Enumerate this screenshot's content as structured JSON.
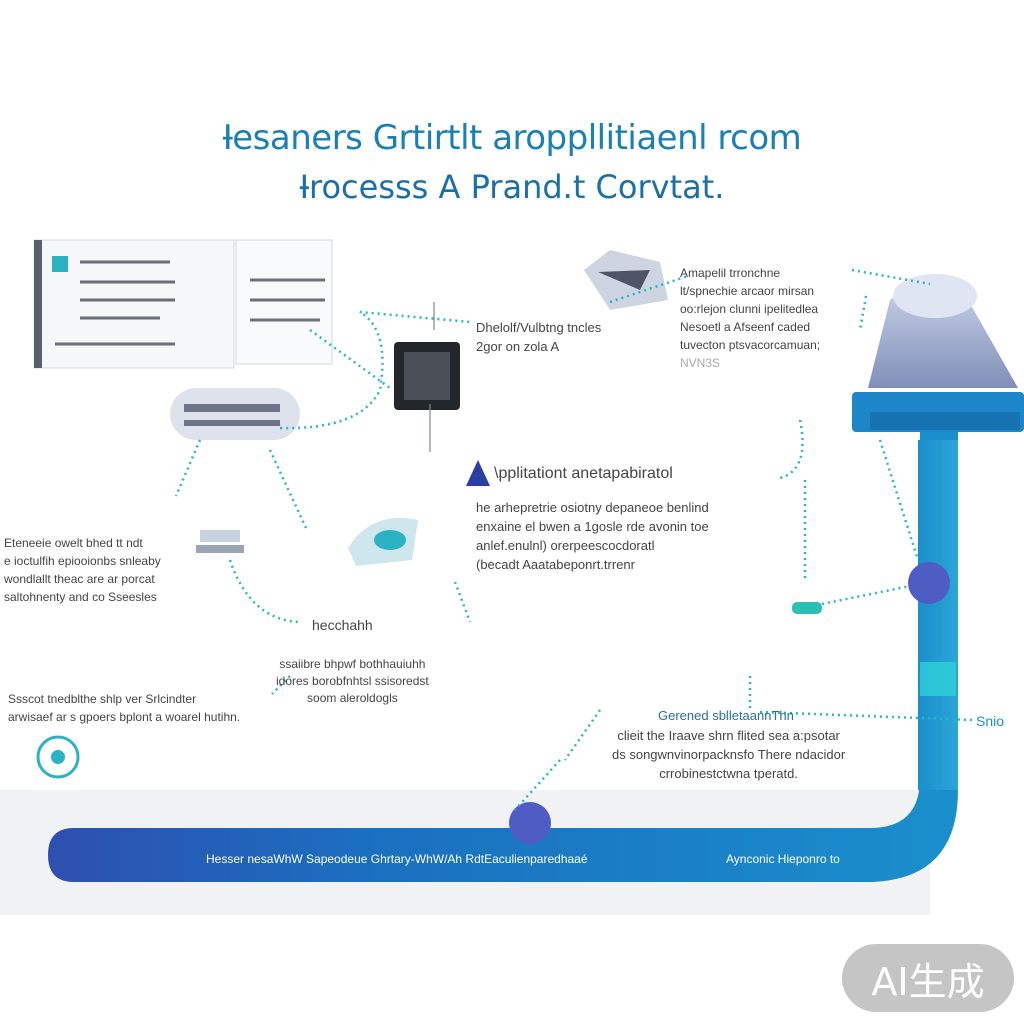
{
  "title": {
    "line1": "Ɨesaners Grtirtlt aroppllitiaenl rcom",
    "line2": "Ɨrocesss A Prand.t Corvtat."
  },
  "notes": {
    "top_center": [
      "Dhelolf/Vulbtng tncles",
      "2gor on zola A"
    ],
    "top_right": [
      "Amapelil trronchne",
      "lt/spnechie arcaor mirsan",
      "oo:rlejon clunni ipelitedlea",
      "Nesoetl a Afseenf caded",
      "tuvecton ptsvacorcamuan;",
      "NVN3S"
    ],
    "mid_label": "\\pplitationt anetapabiratol",
    "mid_block": [
      "he arhepretrie osiotny depaneoe benlind",
      "enxaine el bwen a 1gosle rde avonin toe",
      "anlef.enulnl) orerpeescocdoratl",
      "(becadt Aaatabeponrt.trrenr"
    ],
    "left_block": [
      "Eteneeie owelt bhed tt ndt",
      "e ioctulfih epiooionbs snleaby",
      "wondlallt theac are ar porcat",
      "saltohnenty and co Sseesles"
    ],
    "mech": "hecchahh",
    "center_small": [
      "ssaiibre bhpwf bothhauiuhh",
      "idores borobfnhtsl ssisoredst",
      "soom aleroldogls"
    ],
    "left_bottom": [
      "Ssscot tnedblthe shlp ver Srlcindter",
      "arwisaef ar s gpoers bplont a woarel hutihn."
    ],
    "bottom_right_label": "Gerened sblletaannThn",
    "bottom_right": [
      "clieit the Iraave shrn flited sea a:psotar",
      "ds songwnvinorpacknsfo There ndacidor",
      "crrobinestctwna tperatd."
    ],
    "side_label": "Snio",
    "pipe": [
      "Hesser  nesaWhW  Sapeodeue  Ghrtary-WhW/Ah RdtEaculienparedhaaé",
      "Aynconic Hieponro to"
    ]
  },
  "watermark": "AI生成",
  "colors": {
    "pipe_dark": "#2e4fb0",
    "pipe_light": "#1a8fcc",
    "accent_cyan": "#23b7c9",
    "node": "#4f5cc4"
  }
}
